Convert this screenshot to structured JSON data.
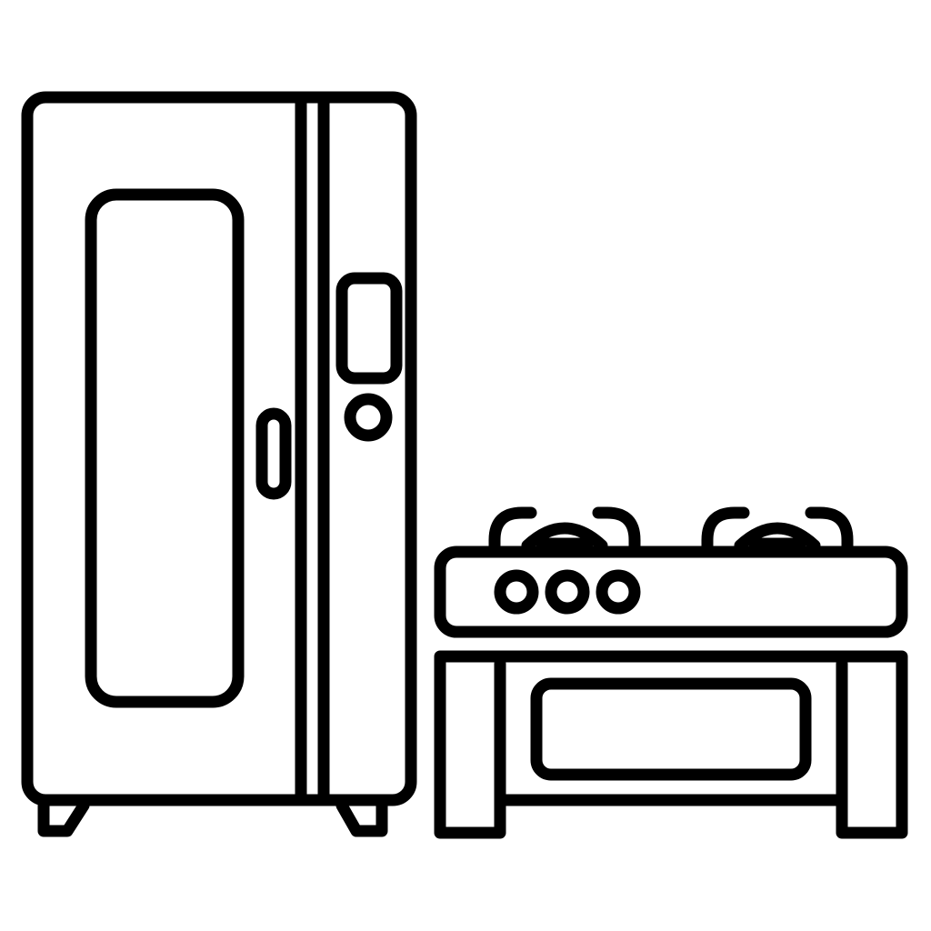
{
  "illustration": {
    "subject": "combi-oven-and-gas-stove",
    "style": "line-art",
    "colors": {
      "background": "#ffffff",
      "stroke": "#000000"
    },
    "parts": {
      "combi_oven": {
        "icon": "combi-oven-icon",
        "door_window": "window-icon",
        "door_handle": "handle-icon",
        "control_display": "display-icon",
        "control_knob": "knob-icon",
        "feet_count": 2
      },
      "gas_stove": {
        "icon": "gas-stove-icon",
        "burner_count": 2,
        "knob_count": 3,
        "oven_window": "window-icon"
      }
    }
  }
}
